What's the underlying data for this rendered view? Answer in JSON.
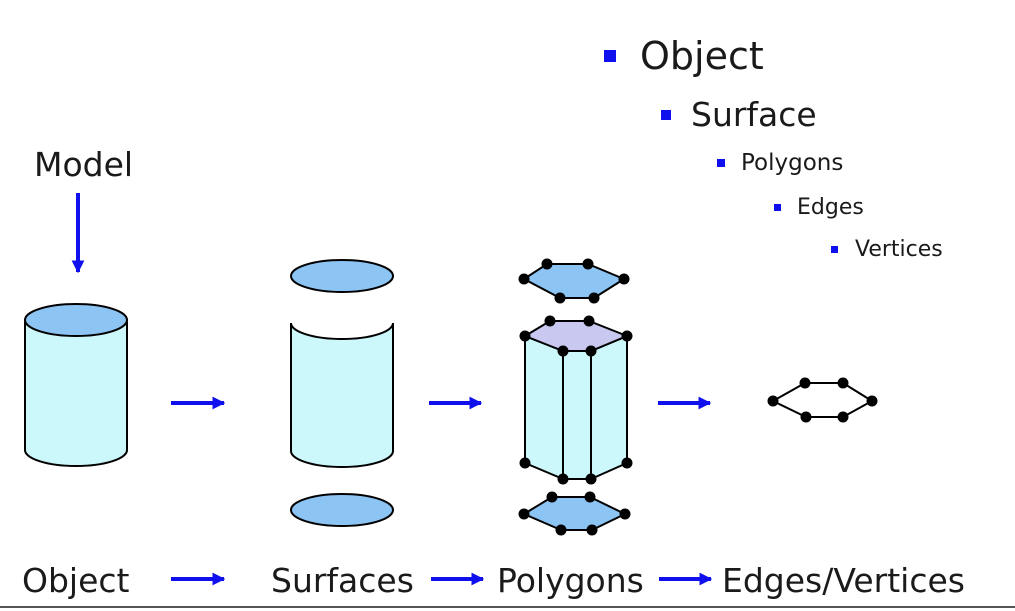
{
  "hierarchy": {
    "level1": "Object",
    "level2": "Surface",
    "level3": "Polygons",
    "level4": "Edges",
    "level5": "Vertices"
  },
  "diagram": {
    "top_label": "Model",
    "stages": [
      "Object",
      "Surfaces",
      "Polygons",
      "Edges/Vertices"
    ]
  },
  "colors": {
    "arrow": "#1010ee",
    "cap_fill": "#8cc4f4",
    "body_fill": "#ccf8fb",
    "top_hex_fill": "#c8c8f0",
    "outline": "#000000"
  }
}
